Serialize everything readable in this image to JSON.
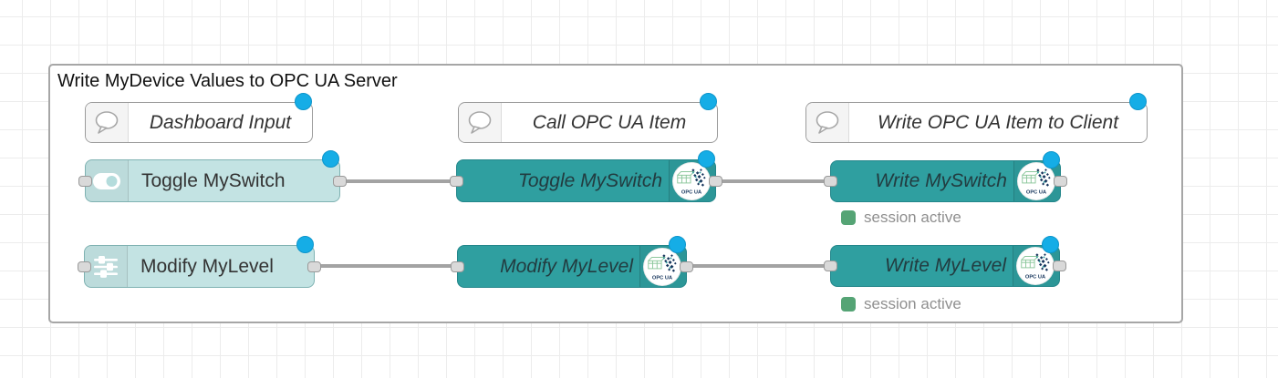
{
  "group": {
    "title": "Write MyDevice Values to OPC UA Server"
  },
  "comments": [
    {
      "label": "Dashboard Input"
    },
    {
      "label": "Call OPC UA Item"
    },
    {
      "label": "Write OPC UA Item to Client"
    }
  ],
  "nodes": {
    "toggle_dashboard": {
      "label": "Toggle MySwitch"
    },
    "modify_dashboard": {
      "label": "Modify MyLevel"
    },
    "toggle_opcua": {
      "label": "Toggle MySwitch"
    },
    "modify_opcua": {
      "label": "Modify MyLevel"
    },
    "write_switch": {
      "label": "Write MySwitch",
      "status": "session active"
    },
    "write_level": {
      "label": "Write MyLevel",
      "status": "session active"
    }
  },
  "badges": {
    "opcua_icon_text": "OPC UA"
  },
  "icons": {
    "comment": "speech-bubble-icon",
    "toggle_dashboard": "toggle-switch-icon",
    "modify_dashboard": "sliders-icon",
    "opcua": "opcua-logo-icon",
    "changed": "changed-indicator-dot",
    "status": "status-ok-square"
  },
  "colors": {
    "dashboard_node": "#c3e3e3",
    "opcua_node": "#2f9fa0",
    "changed_indicator": "#15ade6",
    "status_ok": "#55a475",
    "wire": "#a3a3a3",
    "status_text": "#8f8f8f",
    "group_border": "#a6a6a6"
  }
}
